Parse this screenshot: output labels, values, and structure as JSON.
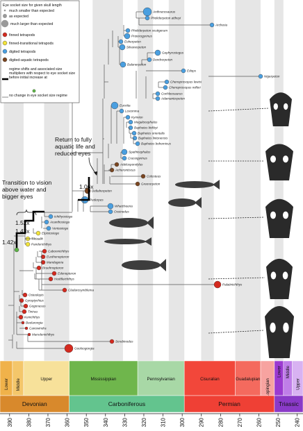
{
  "legend": {
    "title": "Eye socket size for given skull length",
    "size_items": [
      "much smaller than expected",
      "as expected",
      "much larger than expected"
    ],
    "type_items": [
      {
        "label": "finned tetrapods",
        "color": "#d42a1f"
      },
      {
        "label": "finned-transitional tetrapods",
        "color": "#f2e33a"
      },
      {
        "label": "digited tetrapods",
        "color": "#4a9fe0"
      },
      {
        "label": "digited-aquatic tetrapods",
        "color": "#7a4520"
      }
    ],
    "shift_note": "regime shifts and associated size multipliers with respect to eye socket size before initial increase at",
    "no_change_note": "no change in eye socket size regime"
  },
  "annotations": {
    "transition": "Transition to vision above water and bigger eyes",
    "return": "Return to fully aquatic life and reduced eyes"
  },
  "multipliers": [
    "1.52x",
    "1.43x",
    "1.42x",
    "1.06x"
  ],
  "taxa": [
    {
      "name": "Anthracosaurus",
      "color": "#4a9fe0"
    },
    {
      "name": "Pholiderpeton attheyi",
      "color": "#4a9fe0"
    },
    {
      "name": "Archeria",
      "color": "#4a9fe0"
    },
    {
      "name": "Pholiderpeton scutigerum",
      "color": "#4a9fe0"
    },
    {
      "name": "Proterogyrinus",
      "color": "#4a9fe0"
    },
    {
      "name": "Eoherpeton",
      "color": "#4a9fe0"
    },
    {
      "name": "Silvanerpeton",
      "color": "#4a9fe0"
    },
    {
      "name": "Gephyrostegus",
      "color": "#4a9fe0"
    },
    {
      "name": "Dendrerpeton",
      "color": "#4a9fe0"
    },
    {
      "name": "Balanerpeton",
      "color": "#4a9fe0"
    },
    {
      "name": "Edops",
      "color": "#4a9fe0"
    },
    {
      "name": "Nigerpeton",
      "color": "#4a9fe0"
    },
    {
      "name": "Chenoprosopus lewisi",
      "color": "#4a9fe0"
    },
    {
      "name": "Chenoprosopus milleri",
      "color": "#4a9fe0"
    },
    {
      "name": "Cochleosaurus",
      "color": "#4a9fe0"
    },
    {
      "name": "Adamanterpeton",
      "color": "#4a9fe0"
    },
    {
      "name": "Eucritta",
      "color": "#4a9fe0"
    },
    {
      "name": "Loxomma",
      "color": "#4a9fe0"
    },
    {
      "name": "Kyrinion",
      "color": "#4a9fe0"
    },
    {
      "name": "Megalocephalus",
      "color": "#4a9fe0"
    },
    {
      "name": "Baphetes kirkbyi",
      "color": "#4a9fe0"
    },
    {
      "name": "Baphetes orientalis",
      "color": "#4a9fe0"
    },
    {
      "name": "Baphetes lintonensis",
      "color": "#4a9fe0"
    },
    {
      "name": "Baphetes bohemicus",
      "color": "#4a9fe0"
    },
    {
      "name": "Spathicephalus",
      "color": "#4a9fe0"
    },
    {
      "name": "Crassigyrinus",
      "color": "#4a9fe0"
    },
    {
      "name": "Adelospondylus",
      "color": "#7a4520"
    },
    {
      "name": "Acherontiscus",
      "color": "#7a4520"
    },
    {
      "name": "Colosteus",
      "color": "#7a4520"
    },
    {
      "name": "Greererpeton",
      "color": "#7a4520"
    },
    {
      "name": "Deltaherpeton",
      "color": "#7a4520"
    },
    {
      "name": "Pederpes",
      "color": "#4a9fe0"
    },
    {
      "name": "Whatcheeria",
      "color": "#4a9fe0"
    },
    {
      "name": "Ossinodus",
      "color": "#4a9fe0"
    },
    {
      "name": "Ichthyostega",
      "color": "#4a9fe0"
    },
    {
      "name": "Acanthostega",
      "color": "#4a9fe0"
    },
    {
      "name": "Ventastega",
      "color": "#4a9fe0"
    },
    {
      "name": "Elpistostege",
      "color": "#f2e33a"
    },
    {
      "name": "Tiktaalik",
      "color": "#f2e33a"
    },
    {
      "name": "Panderichthys",
      "color": "#f2e33a"
    },
    {
      "name": "Cabonnichthys",
      "color": "#d42a1f"
    },
    {
      "name": "Eusthenopteron",
      "color": "#d42a1f"
    },
    {
      "name": "Mandageria",
      "color": "#d42a1f"
    },
    {
      "name": "Bruehnopteron",
      "color": "#d42a1f"
    },
    {
      "name": "Edenopteron",
      "color": "#d42a1f"
    },
    {
      "name": "Heddleichthys",
      "color": "#d42a1f"
    },
    {
      "name": "Palatinichthys",
      "color": "#d42a1f"
    },
    {
      "name": "Cladarosymblema",
      "color": "#d42a1f"
    },
    {
      "name": "Osteolepis",
      "color": "#d42a1f"
    },
    {
      "name": "Gyroptychius",
      "color": "#d42a1f"
    },
    {
      "name": "Gogonasus",
      "color": "#d42a1f"
    },
    {
      "name": "Tinirau",
      "color": "#d42a1f"
    },
    {
      "name": "Kenichthys",
      "color": "#d42a1f"
    },
    {
      "name": "Beelarongia",
      "color": "#d42a1f"
    },
    {
      "name": "Canowindra",
      "color": "#d42a1f"
    },
    {
      "name": "Marsdenichthys",
      "color": "#d42a1f"
    },
    {
      "name": "Screbinodus",
      "color": "#d42a1f"
    },
    {
      "name": "Gooloogongia",
      "color": "#d42a1f"
    }
  ],
  "epochs": [
    {
      "label": "Lower",
      "color": "#f0b24a"
    },
    {
      "label": "Middle",
      "color": "#f4c66a"
    },
    {
      "label": "Upper",
      "color": "#f7e19a"
    },
    {
      "label": "Mississippian",
      "color": "#6fb64c"
    },
    {
      "label": "Pennsylvanian",
      "color": "#a8d8a6"
    },
    {
      "label": "Cisuralian",
      "color": "#f2473a"
    },
    {
      "label": "Guadalupian",
      "color": "#f46a5e"
    },
    {
      "label": "Lopingian",
      "color": "#f7a3a0"
    },
    {
      "label": "Lower",
      "color": "#9b3ad0"
    },
    {
      "label": "Middle",
      "color": "#bf7ee8"
    },
    {
      "label": "Upper",
      "color": "#d8b2f2"
    }
  ],
  "periods": [
    {
      "label": "Devonian",
      "color": "#d8892c"
    },
    {
      "label": "Carboniferous",
      "color": "#63c48e"
    },
    {
      "label": "Permian",
      "color": "#ef4035"
    },
    {
      "label": "Triassic",
      "color": "#8a3ac8"
    }
  ],
  "time_ticks": [
    "390",
    "380",
    "370",
    "360",
    "350",
    "340",
    "330",
    "320",
    "310",
    "300",
    "290",
    "280",
    "270",
    "260",
    "250",
    "240"
  ]
}
